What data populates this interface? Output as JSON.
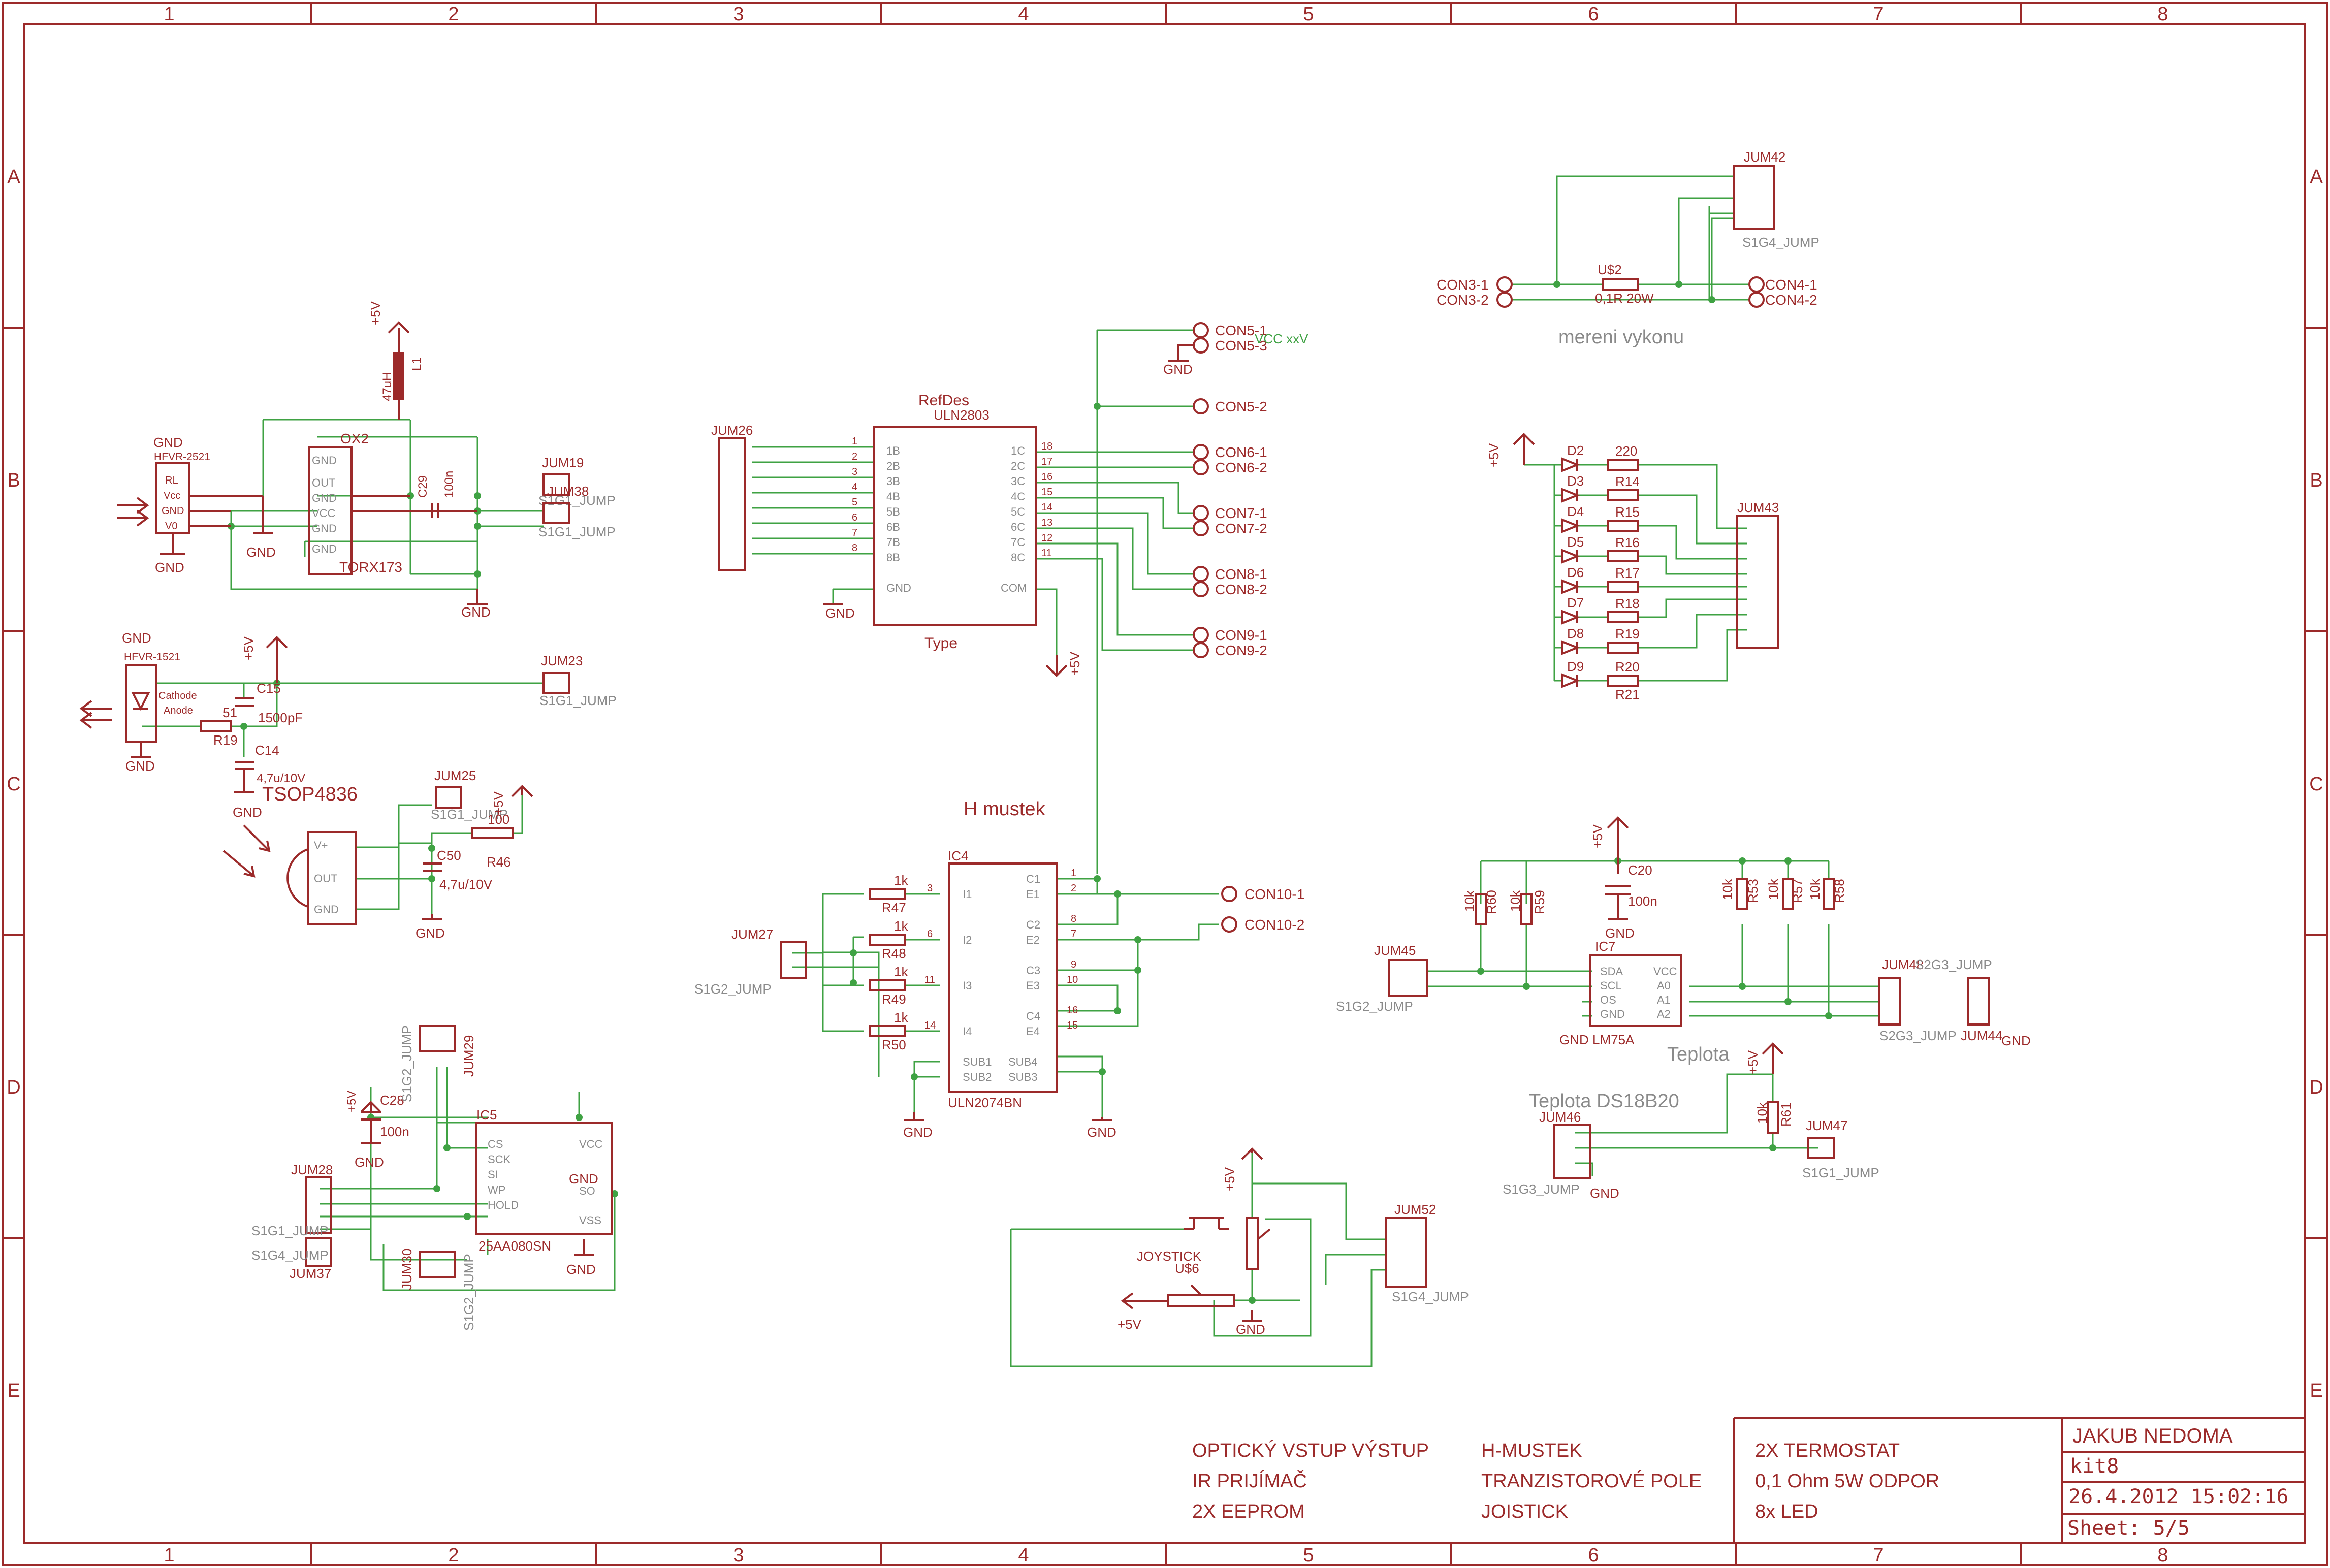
{
  "grid": {
    "columns": [
      "1",
      "2",
      "3",
      "4",
      "5",
      "6",
      "7",
      "8"
    ],
    "rows": [
      "A",
      "B",
      "C",
      "D",
      "E"
    ]
  },
  "colors": {
    "frame": "#9c2a2a",
    "wire": "#3fa243",
    "text": "#9c2a2a",
    "secondary": "#8a8a8a"
  },
  "titles": {
    "h_mustek": "H mustek",
    "mereni": "mereni vykonu",
    "teplota": "Teplota",
    "teplota_ds": "Teplota DS18B20",
    "tsop": "TSOP4836",
    "refdes": "RefDes",
    "type": "Type",
    "vcc": "VCC xxV"
  },
  "parts": {
    "uln2803": "ULN2803",
    "uln2074": "ULN2074BN",
    "ic4": "IC4",
    "ic7": "IC7",
    "lm75": "LM75A",
    "ic5": "IC5",
    "eeprom": "25AA080SN",
    "ox2": "OX2",
    "torx": "TORX173",
    "hfvr2521": "HFVR-2521",
    "hfvr1521": "HFVR-1521",
    "u2": "U$2",
    "u2val": "0,1R 20W",
    "joystick": "JOYSTICK",
    "u6": "U$6",
    "l1": "L1",
    "l1val": "47uH",
    "c29": "C29",
    "c29val": "100n",
    "c15": "C15",
    "c15val": "1500pF",
    "c14": "C14",
    "c14val": "4,7u/10V",
    "c50": "C50",
    "c50val": "4,7u/10V",
    "c28": "C28",
    "c28val": "100n",
    "c20": "C20",
    "c20val": "100n",
    "r19": "R19",
    "r19val": "51",
    "r46": "R46",
    "r46val": "100",
    "r47": "R47",
    "r48": "R48",
    "r49": "R49",
    "r50": "R50",
    "r21": "R21",
    "r60": "R60",
    "r59": "R59",
    "r53": "R53",
    "r57": "R57",
    "r58": "R58",
    "r61": "R61",
    "k1": "1k",
    "k10": "10k",
    "v220": "220",
    "cathode": "Cathode",
    "anode": "Anode"
  },
  "pins": {
    "rl": "RL",
    "vcc": "Vcc",
    "gnd_pin": "GND",
    "vo": "V0",
    "out": "OUT",
    "gnd": "GND",
    "vcc_up": "VCC",
    "vplus": "V+",
    "sda": "SDA",
    "scl": "SCL",
    "os": "OS",
    "a0": "A0",
    "a1": "A1",
    "a2": "A2",
    "com": "COM",
    "sub1": "SUB1",
    "sub2": "SUB2",
    "sub3": "SUB3",
    "sub4": "SUB4",
    "uln_in": [
      "1B",
      "2B",
      "3B",
      "4B",
      "5B",
      "6B",
      "7B",
      "8B"
    ],
    "uln_out": [
      "1C",
      "2C",
      "3C",
      "4C",
      "5C",
      "6C",
      "7C",
      "8C"
    ],
    "uln_in_num": [
      "1",
      "2",
      "3",
      "4",
      "5",
      "6",
      "7",
      "8"
    ],
    "uln_out_num": [
      "18",
      "17",
      "16",
      "15",
      "14",
      "13",
      "12",
      "11"
    ],
    "l293_in": [
      "I1",
      "I2",
      "I3",
      "I4"
    ],
    "l293_out": [
      "C1",
      "E1",
      "C2",
      "E2",
      "C3",
      "E3",
      "C4",
      "E4"
    ],
    "l293_in_num": [
      "3",
      "6",
      "11",
      "14"
    ],
    "l293_out_num": [
      "1",
      "2",
      "8",
      "7",
      "9",
      "10",
      "16",
      "15"
    ],
    "eeprom_pins": [
      "CS",
      "SCK",
      "SI",
      "SO",
      "WP",
      "HOLD",
      "VCC",
      "VSS"
    ]
  },
  "connectors": {
    "jum19": "JUM19",
    "jum38": "JUM38",
    "jum23": "JUM23",
    "jum25": "JUM25",
    "jum26": "JUM26",
    "jum27": "JUM27",
    "jum28": "JUM28",
    "jum29": "JUM29",
    "jum30": "JUM30",
    "jum37": "JUM37",
    "jum42": "JUM42",
    "jum43": "JUM43",
    "jum44": "JUM44",
    "jum45": "JUM45",
    "jum46": "JUM46",
    "jum47": "JUM47",
    "jum48": "JUM48",
    "jum52": "JUM52",
    "s1g1": "S1G1_JUMP",
    "s1g2": "S1G2_JUMP",
    "s1g3": "S1G3_JUMP",
    "s1g4": "S1G4_JUMP",
    "s2g3": "S2G3_JUMP",
    "con3_1": "CON3-1",
    "con3_2": "CON3-2",
    "con4_1": "CON4-1",
    "con4_2": "CON4-2",
    "con5_1": "CON5-1",
    "con5_3": "CON5-3",
    "con5_2": "CON5-2",
    "con6_1": "CON6-1",
    "con6_2": "CON6-2",
    "con7_1": "CON7-1",
    "con7_2": "CON7-2",
    "con8_1": "CON8-1",
    "con8_2": "CON8-2",
    "con9_1": "CON9-1",
    "con9_2": "CON9-2",
    "con10_1": "CON10-1",
    "con10_2": "CON10-2"
  },
  "power": {
    "plus5": "+5V",
    "gnd": "GND"
  },
  "leds": [
    "D2",
    "D3",
    "D4",
    "D5",
    "D6",
    "D7",
    "D8",
    "D9"
  ],
  "resistors_led": [
    "R14",
    "R15",
    "R16",
    "R17",
    "R18",
    "R19",
    "R20",
    "R21"
  ],
  "footer": {
    "col1": [
      "OPTICKÝ VSTUP VÝSTUP",
      "IR PRIJÍMAČ",
      "2X EEPROM"
    ],
    "col2": [
      "H-MUSTEK",
      "TRANZISTOROVÉ POLE",
      "JOISTICK"
    ],
    "col3": [
      "2X TERMOSTAT",
      "0,1 Ohm 5W ODPOR",
      "8x LED"
    ],
    "author": "JAKUB NEDOMA",
    "project": "kit8",
    "date": "26.4.2012 15:02:16",
    "sheet": "Sheet: 5/5"
  }
}
